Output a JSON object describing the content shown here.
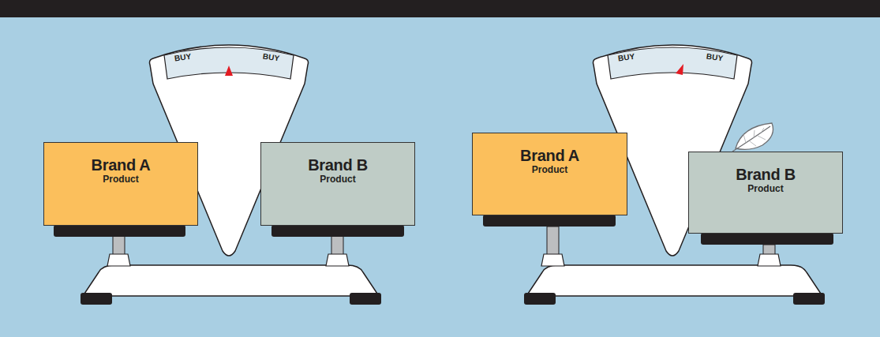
{
  "diagram": {
    "nodes": [
      {
        "text": [
          "BUY",
          "BUY"
        ]
      },
      {
        "text": [
          "Brand A",
          "Product"
        ]
      },
      {
        "text": [
          "Brand B",
          "Product"
        ]
      },
      {
        "text": [
          "BUY",
          "BUY"
        ]
      },
      {
        "text": [
          "Brand A",
          "Product"
        ]
      },
      {
        "text": [
          "Brand B",
          "Product"
        ]
      }
    ]
  }
}
